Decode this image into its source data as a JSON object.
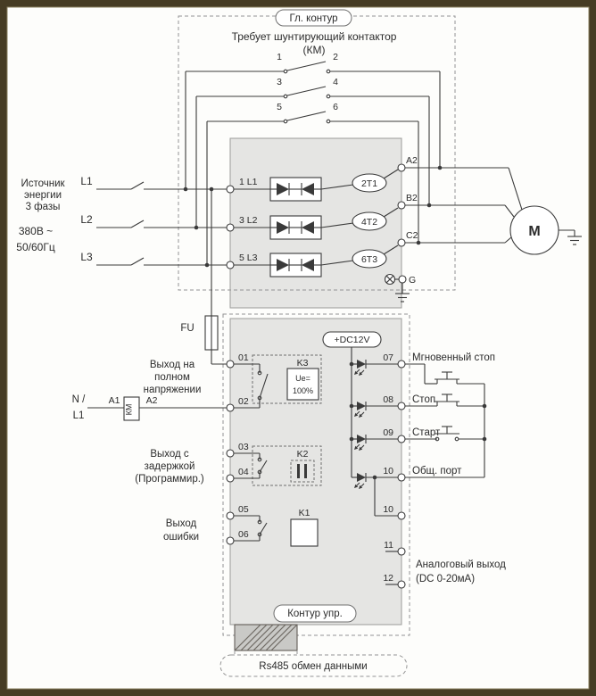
{
  "colors": {
    "frame": "#463c24",
    "paper": "#fdfdfb",
    "device_fill": "#e5e5e3",
    "wire": "#3a3a3a",
    "dash_border": "#949494"
  },
  "stadiums": {
    "main": "Гл. контур",
    "dc12v": "+DC12V",
    "control": "Контур упр.",
    "rs485": "Rs485 обмен данными"
  },
  "power": {
    "note1": "Требует шунтирующий контактор",
    "note2": "(КМ)",
    "contacts": [
      "1",
      "2",
      "3",
      "4",
      "5",
      "6"
    ],
    "source": [
      "Источник",
      "энергии",
      "3 фазы"
    ],
    "supply": [
      "380В ~",
      "50/60Гц"
    ],
    "phases": [
      "L1",
      "L2",
      "L3"
    ],
    "in_terms": [
      "1 L1",
      "3 L2",
      "5 L3"
    ],
    "thy_terms": [
      "2T1",
      "4T2",
      "6T3"
    ],
    "out_pts": [
      "A2",
      "B2",
      "C2"
    ],
    "ground": "G",
    "motor": "M",
    "fuse": "FU"
  },
  "control": {
    "left_nums": [
      "01",
      "02",
      "03",
      "04",
      "05",
      "06"
    ],
    "right_nums": [
      "07",
      "08",
      "09",
      "10",
      "10",
      "11",
      "12"
    ],
    "out_full": [
      "Выход на",
      "полном",
      "напряжении"
    ],
    "out_delay": [
      "Выход с",
      "задержкой",
      "(Программир.)"
    ],
    "out_err": [
      "Выход",
      "ошибки"
    ],
    "k3": "K3",
    "k3_ue": "Ue=",
    "k3_pct": "100%",
    "k2": "K2",
    "k1": "K1",
    "n": "N /",
    "l1": "L1",
    "a1": "A1",
    "km": "КМ",
    "a2": "A2",
    "inputs": [
      "Мгновенный стоп",
      "Стоп",
      "Старт",
      "Общ. порт"
    ],
    "analog": [
      "Аналоговый выход",
      "(DC 0-20мА)"
    ]
  }
}
